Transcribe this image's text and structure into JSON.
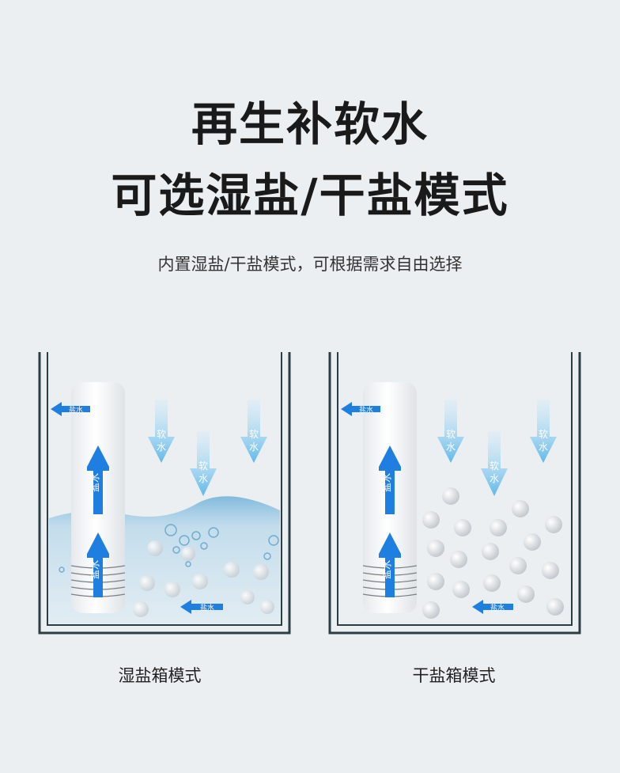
{
  "title_line1": "再生补软水",
  "title_line2": "可选湿盐/干盐模式",
  "subtitle": "内置湿盐/干盐模式，可根据需求自由选择",
  "labels": {
    "salt_water_short": "盐水",
    "salt": "盐",
    "water": "水",
    "soft": "软",
    "soft_water_water": "水"
  },
  "panels": {
    "wet": {
      "caption": "湿盐箱模式"
    },
    "dry": {
      "caption": "干盐箱模式"
    }
  },
  "colors": {
    "arrow_blue": "#1f7fe0",
    "arrow_light": "#8fd0f2",
    "tank_outline": "#2c3e45",
    "water": "#7fb3d3"
  }
}
